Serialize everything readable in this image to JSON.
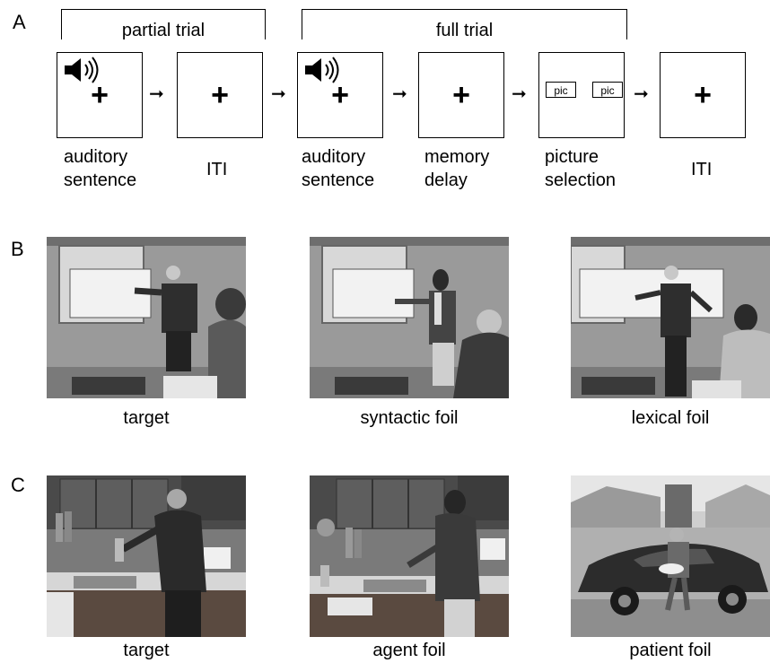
{
  "panels": {
    "A": {
      "letter": "A",
      "brackets": {
        "partial": "partial trial",
        "full": "full trial"
      },
      "steps": [
        {
          "l1": "auditory",
          "l2": "sentence",
          "speaker": true
        },
        {
          "l1": "ITI",
          "l2": ""
        },
        {
          "l1": "auditory",
          "l2": "sentence",
          "speaker": true
        },
        {
          "l1": "memory",
          "l2": "delay"
        },
        {
          "l1": "picture",
          "l2": "selection"
        },
        {
          "l1": "ITI",
          "l2": ""
        }
      ],
      "plus": "+",
      "pic_label": "pic"
    },
    "B": {
      "letter": "B",
      "captions": [
        "target",
        "syntactic foil",
        "lexical foil"
      ]
    },
    "C": {
      "letter": "C",
      "captions": [
        "target",
        "agent foil",
        "patient foil"
      ]
    }
  }
}
